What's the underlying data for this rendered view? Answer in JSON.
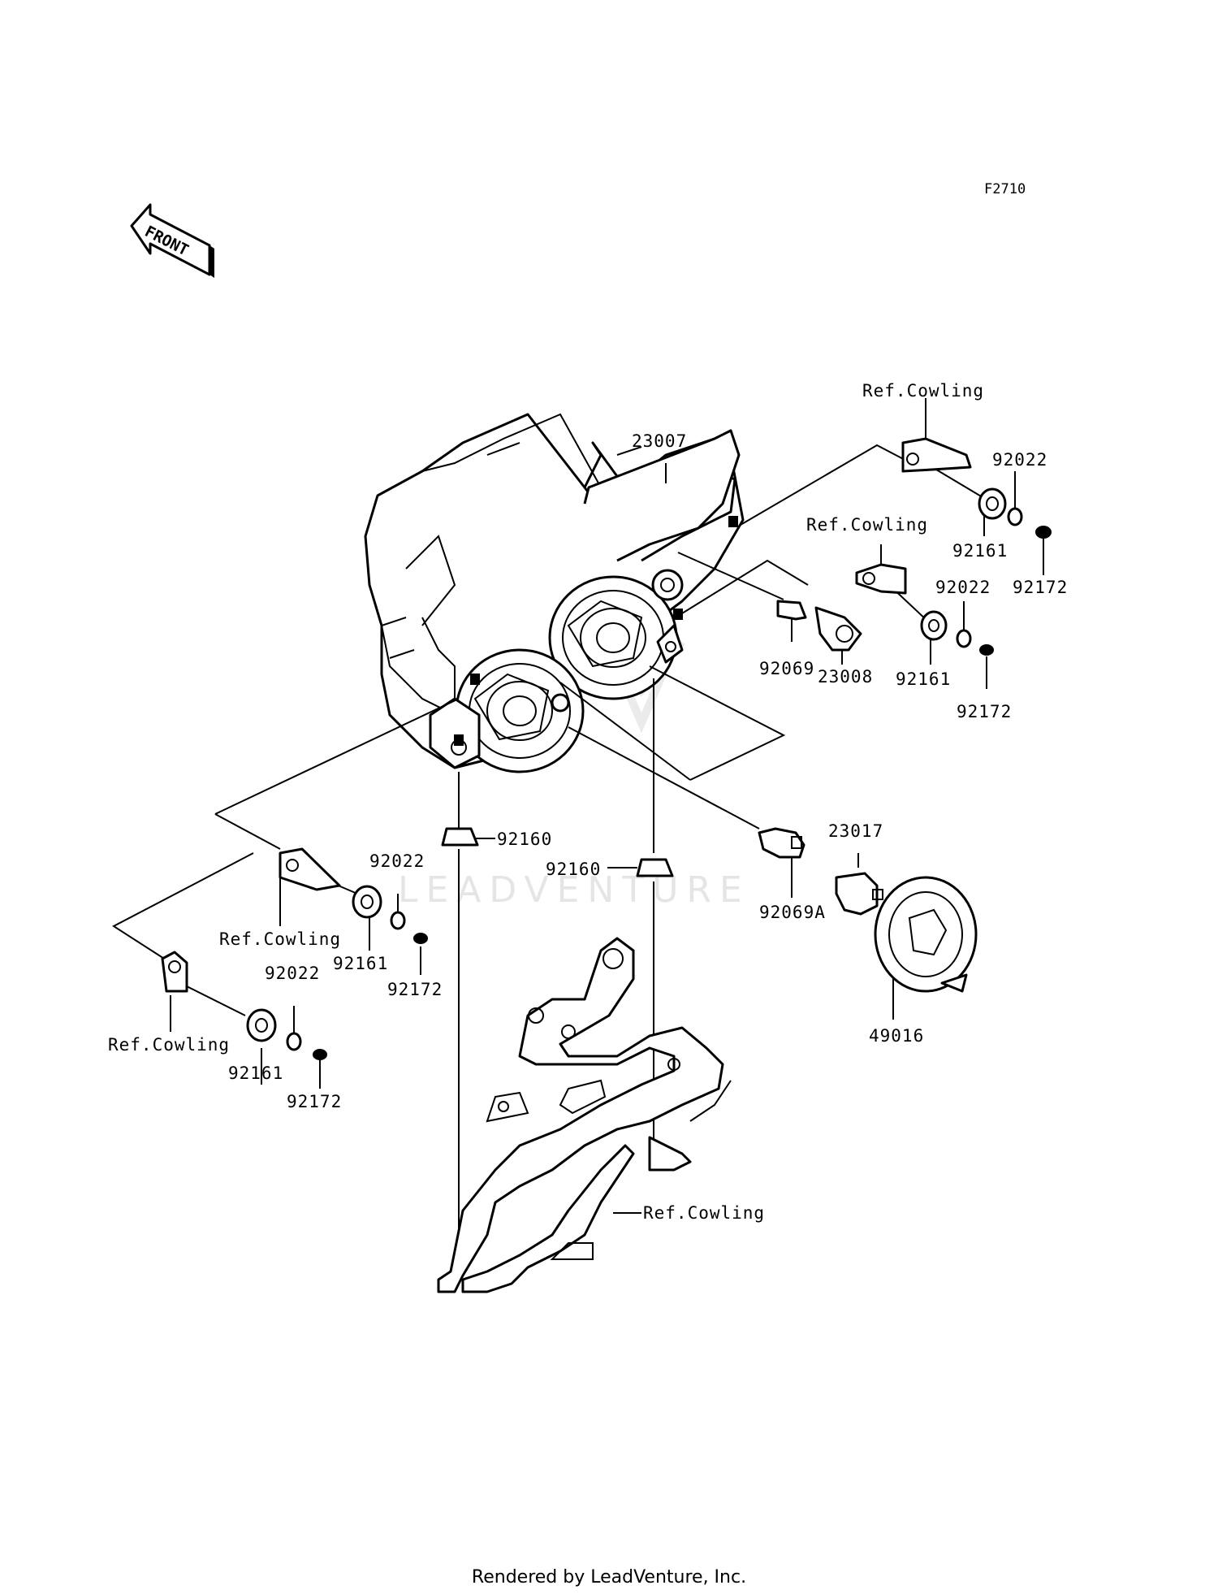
{
  "diagram_code": "F2710",
  "front_arrow_text": "FRONT",
  "watermark": "LEADVENTURE",
  "footer": "Rendered by LeadVenture, Inc.",
  "labels": {
    "l23007": "23007",
    "l92069": "92069",
    "l23008": "23008",
    "l92069a": "92069A",
    "l23017": "23017",
    "l49016": "49016",
    "l92160a": "92160",
    "l92160b": "92160",
    "l92022a": "92022",
    "l92161a": "92161",
    "l92172a": "92172",
    "l92022b": "92022",
    "l92161b": "92161",
    "l92172b": "92172",
    "l92022c": "92022",
    "l92161c": "92161",
    "l92172c": "92172",
    "l92022d": "92022",
    "l92161d": "92161",
    "l92172d": "92172",
    "ref1": "Ref.Cowling",
    "ref2": "Ref.Cowling",
    "ref3": "Ref.Cowling",
    "ref4": "Ref.Cowling",
    "ref5": "Ref.Cowling"
  }
}
